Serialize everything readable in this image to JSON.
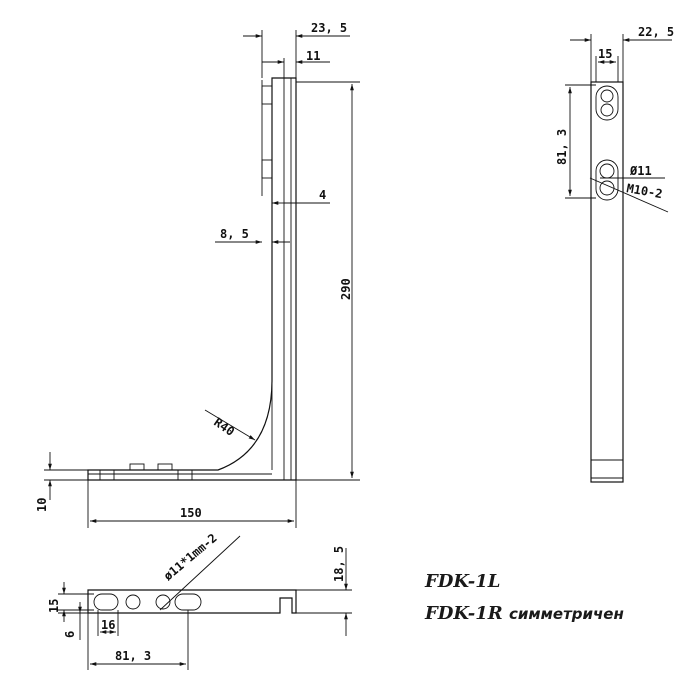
{
  "drawing": {
    "dimensions": {
      "d_23_5": "23, 5",
      "d_11": "11",
      "d_290": "290",
      "d_4": "4",
      "d_8_5": "8, 5",
      "d_r40": "R40",
      "d_10": "10",
      "d_150": "150",
      "d_22_5": "22, 5",
      "d_15_side": "15",
      "d_81_3_side": "81, 3",
      "d_dia11": "Ø11",
      "d_m10": "M10-2",
      "d_hole": "ø11*1mm-2",
      "d_18_5": "18, 5",
      "d_15_bottom": "15",
      "d_6": "6",
      "d_16": "16",
      "d_81_3_bottom": "81, 3"
    }
  },
  "captions": {
    "model_l": "FDK-1L",
    "model_r_code": "FDK-1R",
    "model_r_note": "симметричен"
  }
}
